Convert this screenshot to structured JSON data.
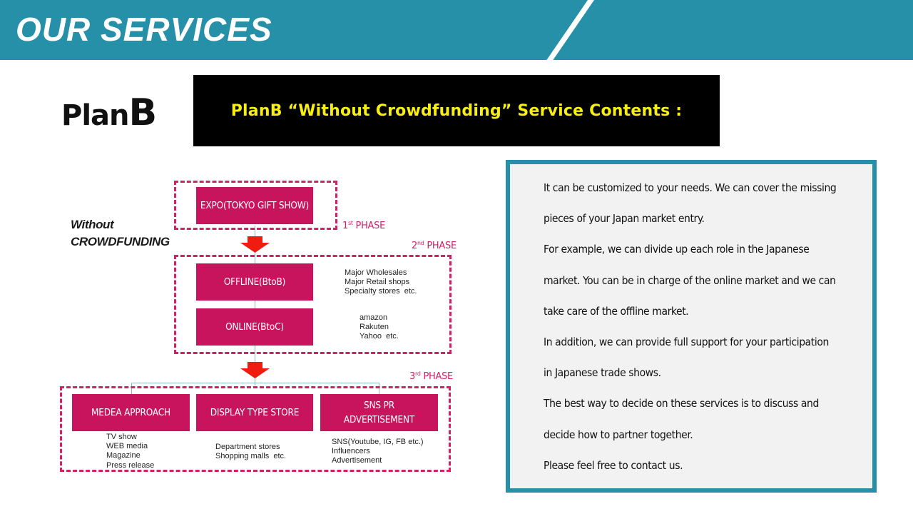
{
  "header": {
    "title": "OUR SERVICES",
    "accent": "#2690a8"
  },
  "plan_logo": {
    "part1": "Plan",
    "part2": "B"
  },
  "banner": {
    "text": "PlanB “Without Crowdfunding” Service Contents :",
    "text_color": "#f7ef12"
  },
  "diagram": {
    "side_label": {
      "line1": "Without",
      "line2": "CROWDFUNDING"
    },
    "phase1": {
      "label_num": "1",
      "label_sup": "st",
      "label_text": " PHASE",
      "box": "EXPO(TOKYO GIFT SHOW)"
    },
    "phase2": {
      "label_num": "2",
      "label_sup": "nd",
      "label_text": " PHASE",
      "offline": {
        "box": "OFFLINE(BtoB)",
        "notes": "Major Wholesales\nMajor Retail shops\nSpecialty stores  etc."
      },
      "online": {
        "box": "ONLINE(BtoC)",
        "notes": "amazon\nRakuten\nYahoo  etc."
      }
    },
    "phase3": {
      "label_num": "3",
      "label_sup": "rd",
      "label_text": " PHASE",
      "media": {
        "box": "MEDEA APPROACH",
        "notes": "TV show\nWEB media\nMagazine\nPress release"
      },
      "display": {
        "box": "DISPLAY TYPE STORE",
        "notes": "Department stores\nShopping malls  etc."
      },
      "sns": {
        "line1": "SNS PR",
        "line2": "ADVERTISEMENT",
        "notes": "SNS(Youtube, IG, FB etc.)\nInfluencers\nAdvertisement"
      }
    },
    "colors": {
      "box_fill": "#c8145c",
      "dash": "#d21f66",
      "arrow": "#f01c10"
    }
  },
  "info_panel": {
    "lines": [
      "It can be customized to your needs. We can cover the missing",
      "pieces of your Japan market entry.",
      "For example, we can divide up each role in the Japanese",
      "market. You can be in charge of the online market and we can",
      "take care of the offline market.",
      "In addition, we can provide full support for your participation",
      "in Japanese trade shows.",
      "The best way to decide on these services is to discuss and",
      "decide how to partner together.",
      "Please feel free to contact us."
    ]
  }
}
